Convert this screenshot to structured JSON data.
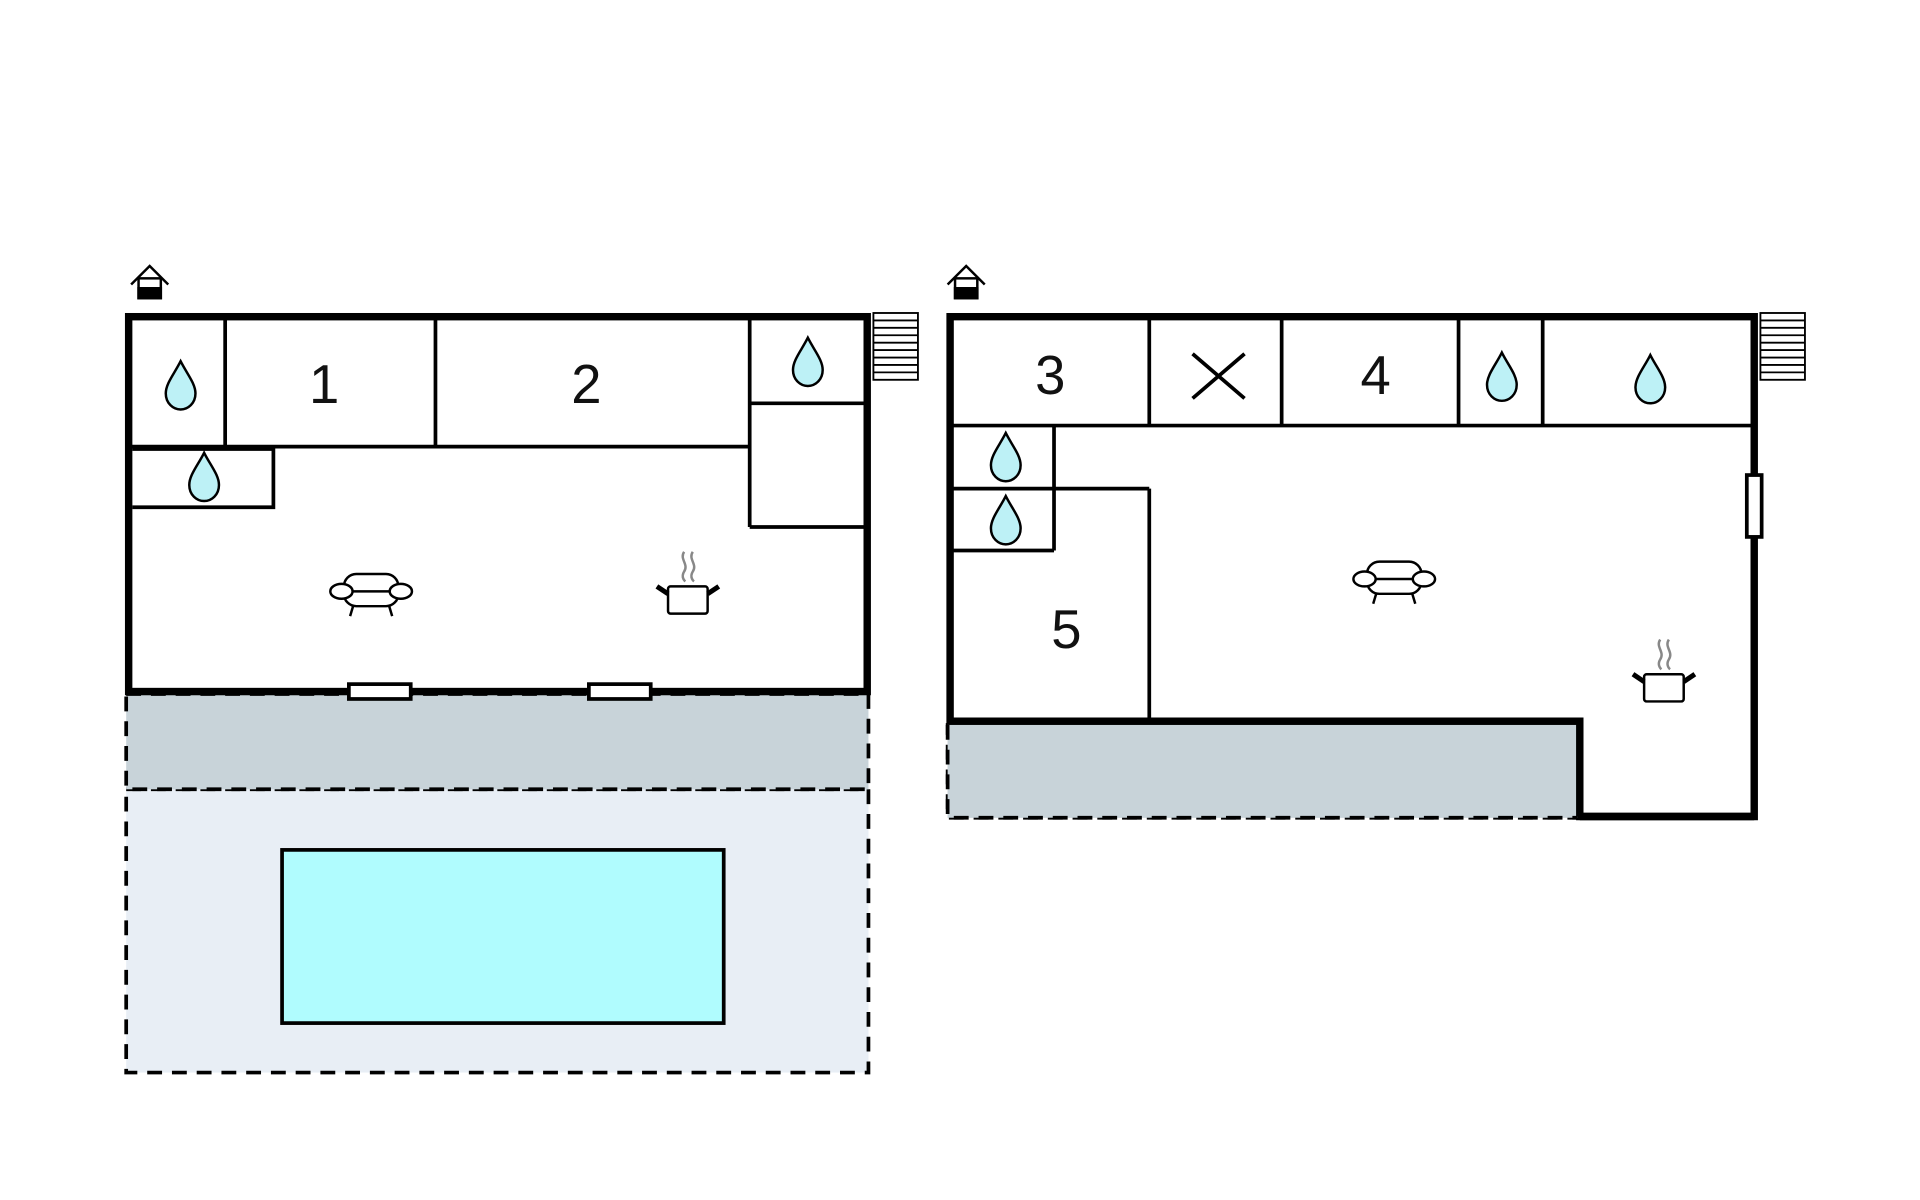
{
  "floorplan": {
    "rooms": [
      {
        "id": "room-1",
        "label": "1"
      },
      {
        "id": "room-2",
        "label": "2"
      },
      {
        "id": "room-3",
        "label": "3"
      },
      {
        "id": "room-4",
        "label": "4"
      },
      {
        "id": "room-5",
        "label": "5"
      }
    ],
    "icons": [
      "entrance-icon",
      "water-drop-icon",
      "sofa-icon",
      "cooking-pot-icon",
      "stairs-icon",
      "cross-icon"
    ],
    "colors": {
      "wall": "#000000",
      "terrace": "#c8d3d9",
      "garden": "#e8eef5",
      "pool": "#b0fcfe",
      "water_drop": "#bdf1f6"
    }
  }
}
